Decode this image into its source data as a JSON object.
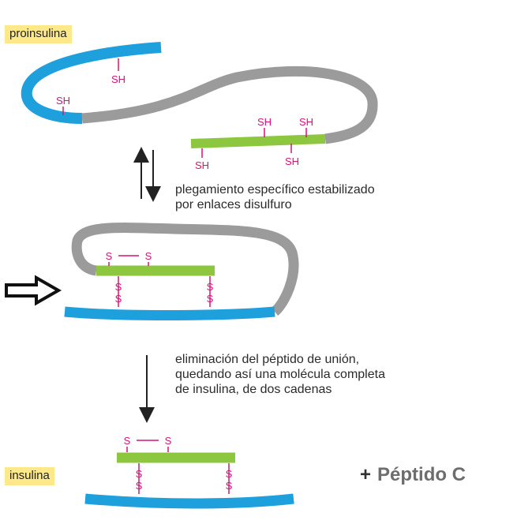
{
  "labels": {
    "proinsulina": "proinsulina",
    "insulina": "insulina",
    "peptido_c_plus": "+",
    "peptido_c": "Péptido C"
  },
  "groups": {
    "sh": "SH",
    "s": "S",
    "bond": "—"
  },
  "captions": {
    "folding": [
      "plegamiento específico estabilizado",
      "por enlaces disulfuro"
    ],
    "removal": [
      "eliminación del péptido de unión,",
      "quedando así una molécula completa",
      "de insulina, de dos cadenas"
    ]
  },
  "colors": {
    "a_chain": "#8dc63f",
    "b_chain": "#1ea0dc",
    "c_peptide": "#9b9b9b",
    "sulfur": "#d4147a",
    "label_bg": "#fde98a"
  },
  "icons": {
    "pointer": "hollow-right-arrow-icon",
    "reversible": "double-vertical-arrow-icon",
    "process": "down-arrow-icon"
  }
}
